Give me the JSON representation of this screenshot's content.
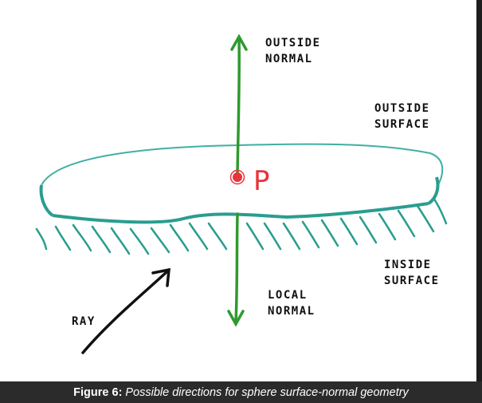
{
  "labels": {
    "outside_normal": [
      "OUTSIDE",
      "NORMAL"
    ],
    "outside_surface": [
      "OUTSIDE",
      "SURFACE"
    ],
    "inside_surface": [
      "INSIDE",
      "SURFACE"
    ],
    "local_normal": [
      "LOCAL",
      "NORMAL"
    ],
    "ray": "RAY",
    "point": "P"
  },
  "caption": {
    "label": "Figure 6:",
    "text": "Possible directions for sphere surface-normal geometry"
  },
  "colors": {
    "surface": "#2a9d8f",
    "normal": "#2e9a2e",
    "point": "#e8333b",
    "ray": "#111111"
  }
}
